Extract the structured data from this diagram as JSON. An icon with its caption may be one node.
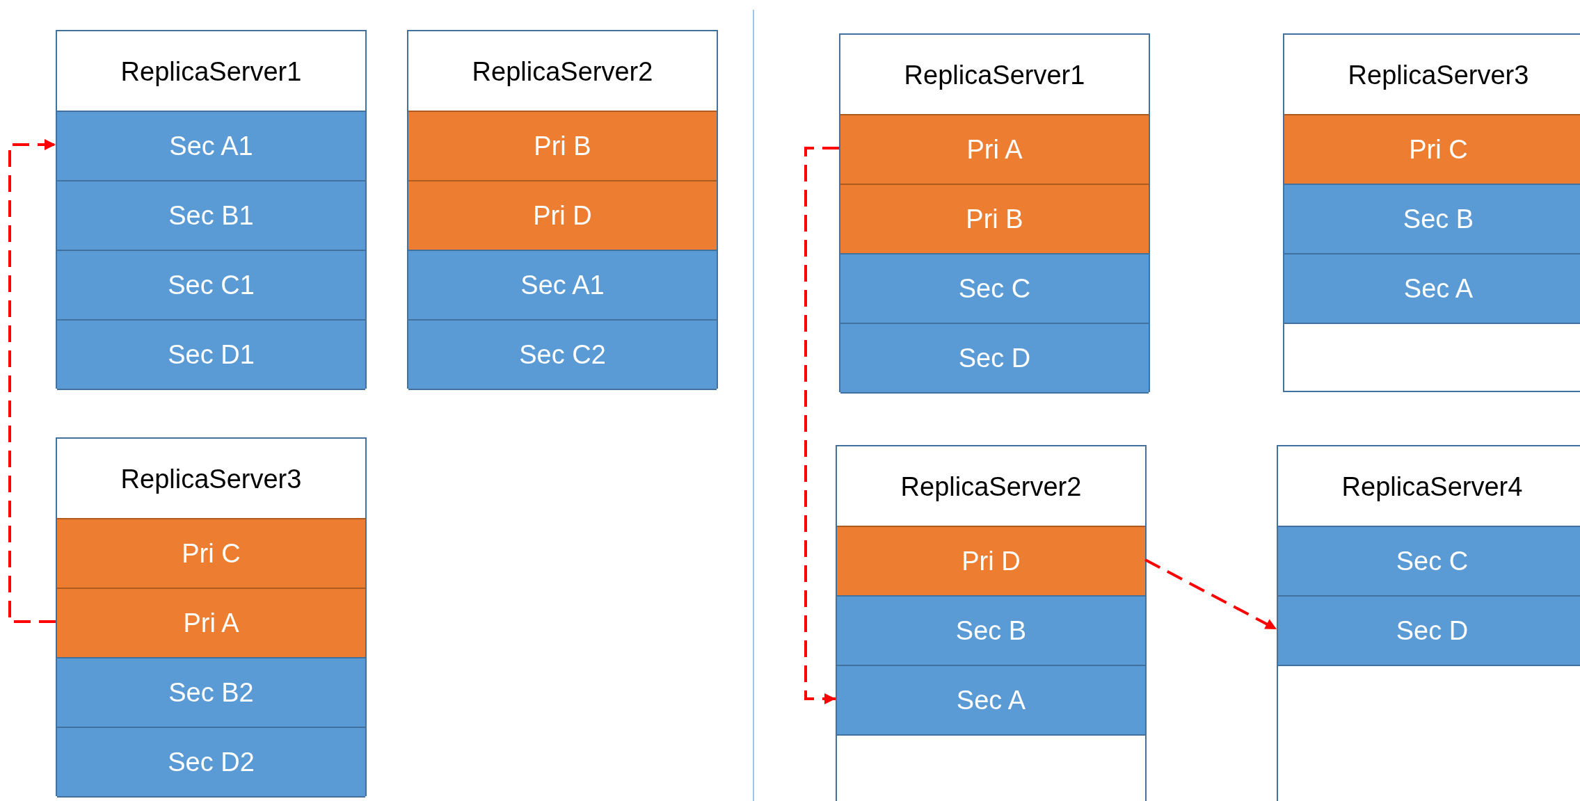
{
  "diagram": {
    "nodes": [
      {
        "text": [
          "ReplicaServer1"
        ]
      },
      {
        "text": [
          "Sec A1"
        ],
        "in": 0
      },
      {
        "text": [
          "Sec B1"
        ],
        "in": 0
      },
      {
        "text": [
          "Sec C1"
        ],
        "in": 0
      },
      {
        "text": [
          "Sec D1"
        ],
        "in": 0
      },
      {
        "text": [
          "ReplicaServer2"
        ]
      },
      {
        "text": [
          "Pri B"
        ],
        "in": 5
      },
      {
        "text": [
          "Pri D"
        ],
        "in": 5
      },
      {
        "text": [
          "Sec A1"
        ],
        "in": 5
      },
      {
        "text": [
          "Sec C2"
        ],
        "in": 5
      },
      {
        "text": [
          "ReplicaServer3"
        ]
      },
      {
        "text": [
          "Pri C"
        ],
        "in": 10
      },
      {
        "text": [
          "Pri A"
        ],
        "in": 10
      },
      {
        "text": [
          "Sec B2"
        ],
        "in": 10
      },
      {
        "text": [
          "Sec D2"
        ],
        "in": 10
      },
      {
        "text": [
          "ReplicaServer1"
        ]
      },
      {
        "text": [
          "Pri A"
        ],
        "in": 15
      },
      {
        "text": [
          "Pri B"
        ],
        "in": 15
      },
      {
        "text": [
          "Sec C"
        ],
        "in": 15
      },
      {
        "text": [
          "Sec D"
        ],
        "in": 15
      },
      {
        "text": [
          "ReplicaServer3"
        ]
      },
      {
        "text": [
          "Pri C"
        ],
        "in": 20
      },
      {
        "text": [
          "Sec B"
        ],
        "in": 20
      },
      {
        "text": [
          "Sec A"
        ],
        "in": 20
      },
      {
        "text": [
          "ReplicaServer2"
        ]
      },
      {
        "text": [
          "Pri D"
        ],
        "in": 24
      },
      {
        "text": [
          "Sec B"
        ],
        "in": 24
      },
      {
        "text": [
          "Sec A"
        ],
        "in": 24
      },
      {
        "text": [
          "ReplicaServer4"
        ]
      },
      {
        "text": [
          "Sec C"
        ],
        "in": 28
      },
      {
        "text": [
          "Sec D"
        ],
        "in": 28
      }
    ],
    "edges": [
      {
        "from": 12,
        "to": 1,
        "arrow": "to",
        "style": "dashed"
      },
      {
        "from": 16,
        "to": 27,
        "arrow": "to",
        "style": "dashed"
      },
      {
        "from": 25,
        "to": 30,
        "arrow": "to",
        "style": "dashed"
      }
    ]
  }
}
